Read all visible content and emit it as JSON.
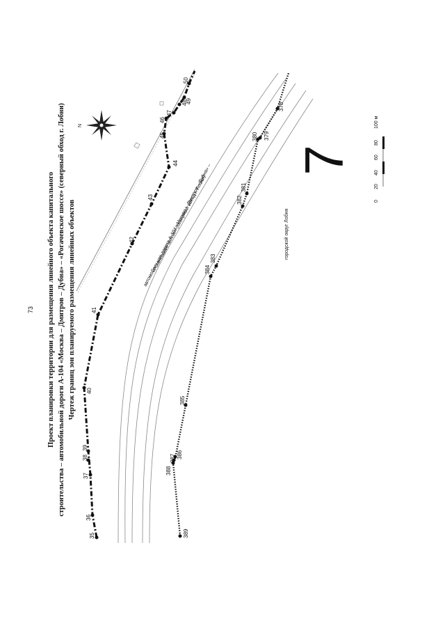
{
  "page_number": "73",
  "title_lines": [
    "Проект планировки территории для размещения линейного объекта капитального",
    "строительства – автомобильной дороги А-104 «Москва – Дмитров – Дубна» – «Рогачевское шоссе» (северный обход г. Лобни)",
    "Чертеж границ зон планируемого размещения линейных объектов"
  ],
  "sheet_number": "7",
  "road_label_1": "автомобильная дорога А-104 «Москва – Дмитров – Дубна» –",
  "road_label_2": "«Рогачевское шоссе» (северный обход г. Лобни)",
  "district_label": "городской округ Лобня",
  "scale": {
    "ticks": [
      "0",
      "20",
      "40",
      "60",
      "80",
      "100 м"
    ]
  },
  "compass_label": "N",
  "upper_line_points": [
    {
      "label": "35"
    },
    {
      "label": "36"
    },
    {
      "label": "37"
    },
    {
      "label": "38"
    },
    {
      "label": "39"
    },
    {
      "label": "40"
    },
    {
      "label": "41"
    },
    {
      "label": "42"
    },
    {
      "label": "43"
    },
    {
      "label": "44"
    },
    {
      "label": "45"
    },
    {
      "label": "46"
    },
    {
      "label": "47"
    },
    {
      "label": "48"
    },
    {
      "label": "49"
    },
    {
      "label": "50"
    }
  ],
  "lower_line_points": [
    {
      "label": "389"
    },
    {
      "label": "388"
    },
    {
      "label": "387"
    },
    {
      "label": "386"
    },
    {
      "label": "385"
    },
    {
      "label": "384"
    },
    {
      "label": "383"
    },
    {
      "label": "382"
    },
    {
      "label": "381"
    },
    {
      "label": "380"
    },
    {
      "label": "379"
    },
    {
      "label": "378"
    }
  ]
}
